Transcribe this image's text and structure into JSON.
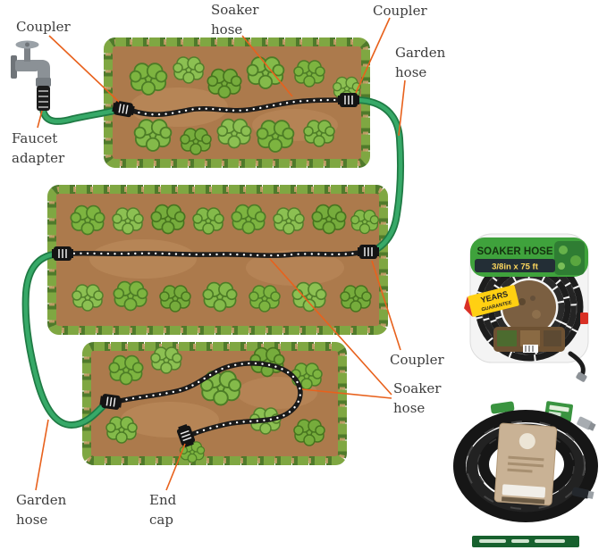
{
  "callouts": {
    "coupler_top_left": "Coupler",
    "soaker_hose_top": "Soaker\nhose",
    "coupler_top_right": "Coupler",
    "garden_hose_right": "Garden\nhose",
    "faucet_adapter": "Faucet\nadapter",
    "coupler_mid_right": "Coupler",
    "soaker_hose_mid": "Soaker\nhose",
    "garden_hose_bottom": "Garden\nhose",
    "end_cap": "End\ncap"
  },
  "products": {
    "soaker_package": {
      "title": "SOAKER HOSE",
      "size": "3/8in x 75 ft",
      "badge_line1": "YEARS",
      "badge_line2": "GUARANTEE"
    }
  },
  "colors": {
    "leader_line": "#E8611C",
    "garden_hose": "#2E9356",
    "soaker_hose": "#1A1A1A",
    "soil": "#AC7A4C",
    "bush": "#7DB440",
    "label_text": "#3D3D3D",
    "package_green": "#3FA23C",
    "badge_yellow": "#FFD012"
  }
}
